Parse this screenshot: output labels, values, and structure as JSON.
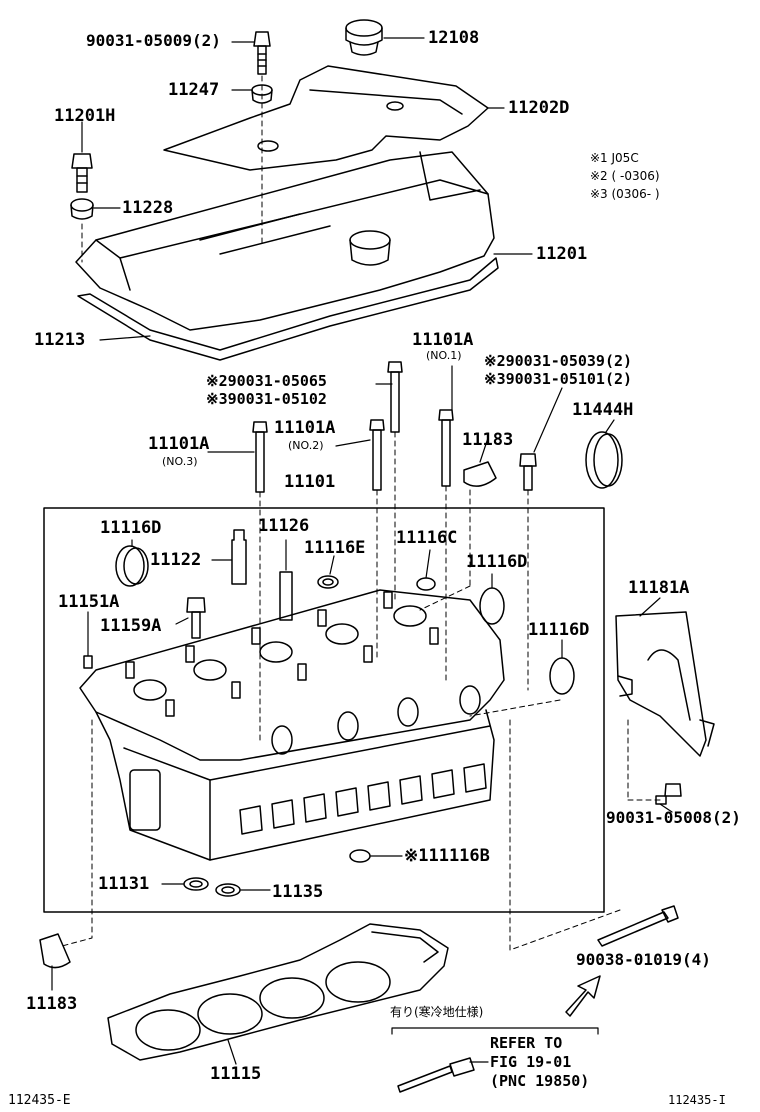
{
  "parts": {
    "p90031_05009": "90031-05009(2)",
    "p12108": "12108",
    "p11247": "11247",
    "p11202D": "11202D",
    "p11201H": "11201H",
    "p11228": "11228",
    "p11201": "11201",
    "p11213": "11213",
    "p11101A_no1": "11101A",
    "no1": "(NO.1)",
    "p90031_05065": "※290031-05065",
    "p90031_05102": "※390031-05102",
    "p90031_05039": "※290031-05039(2)",
    "p90031_05101": "※390031-05101(2)",
    "p11101A_no2": "11101A",
    "no2": "(NO.2)",
    "p11101A_no3": "11101A",
    "no3": "(NO.3)",
    "p11183_top": "11183",
    "p11444H": "11444H",
    "p11101": "11101",
    "p11116D_a": "11116D",
    "p11126": "11126",
    "p11122": "11122",
    "p11116E": "11116E",
    "p11116C": "11116C",
    "p11116D_b": "11116D",
    "p11181A": "11181A",
    "p11151A": "11151A",
    "p11159A": "11159A",
    "p11116D_c": "11116D",
    "p90031_05008": "90031-05008(2)",
    "p11116B": "※111116B",
    "p11131": "11131",
    "p11135": "11135",
    "p90038_01019": "90038-01019(4)",
    "p11183_bottom": "11183",
    "p11115": "11115"
  },
  "notes": {
    "n1": "※1 J05C",
    "n2": "※2 (    -0306)",
    "n3": "※3 (0306-    )"
  },
  "refer": {
    "jp": "有り(寒冷地仕様)",
    "l1": "REFER TO",
    "l2": "FIG 19-01",
    "l3": "(PNC 19850)"
  },
  "captions": {
    "left": "112435-E",
    "right": "112435-I"
  }
}
